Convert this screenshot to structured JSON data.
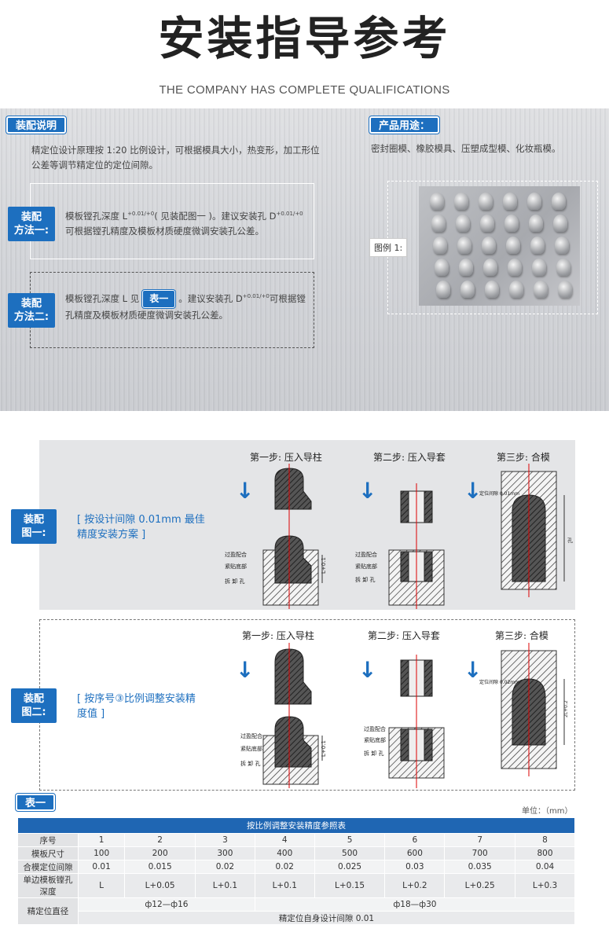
{
  "header": {
    "title": "安装指导参考",
    "subtitle": "THE COMPANY HAS COMPLETE QUALIFICATIONS"
  },
  "assembly_info": {
    "tag": "装配说明",
    "desc": "精定位设计原理按 1:20 比例设计，可根据模具大小，热变形，加工形位公差等调节精定位的定位间隙。"
  },
  "usage": {
    "tag": "产品用途：",
    "desc": "密封圈模、橡胶模具、压塑成型模、化妆瓶模。",
    "figure_label": "图例 1:"
  },
  "method1": {
    "label_l1": "装配",
    "label_l2": "方法一:",
    "text_a": "模板镗孔深度 L",
    "tol_a_up": "+0.01",
    "tol_a_dn": "+0",
    "text_b": "( 见装配图一 )。建议安装孔 D",
    "tol_b_up": "+0.01",
    "tol_b_dn": "+0",
    "text_c": "可根据镗孔精度及模板材质硬度微调安装孔公差。"
  },
  "method2": {
    "label_l1": "装配",
    "label_l2": "方法二:",
    "text_a": "模板镗孔深度 L 见",
    "inline_tag": "表一",
    "text_b": "。建议安装孔 D",
    "tol_b_up": "+0.01",
    "tol_b_dn": "+0",
    "text_c": "可根据镗孔精度及模板材质硬度微调安装孔公差。"
  },
  "steps": {
    "step1": "第一步: 压入导柱",
    "step2": "第二步: 压入导套",
    "step3": "第三步: 合模"
  },
  "diagram1": {
    "label_l1": "装配",
    "label_l2": "图一:",
    "note": "[ 按设计间隙 0.01mm 最佳精度安装方案 ]",
    "callout1": "过盈配合",
    "callout2": "紧贴底部",
    "callout3": "拆 卸 孔",
    "gap_note": "定位间隙 0.01mm",
    "dim_l": "L+0.1",
    "dim_hole": "孔"
  },
  "diagram2": {
    "label_l1": "装配",
    "label_l2": "图二:",
    "note": "[ 按序号③比例调整安装精度值 ]",
    "callout1": "过盈配合",
    "callout2": "紧贴底部",
    "callout3": "拆 卸 孔",
    "gap_note": "定位间隙 0.02mm",
    "dim_l": "L+0.1",
    "dim_hole": "2L+0.2"
  },
  "table_tag": "表一",
  "table": {
    "unit": "单位：（mm）",
    "caption": "按比例调整安装精度参照表",
    "rows": [
      {
        "label": "序号",
        "cells": [
          "1",
          "2",
          "3",
          "4",
          "5",
          "6",
          "7",
          "8"
        ]
      },
      {
        "label": "模板尺寸",
        "cells": [
          "100",
          "200",
          "300",
          "400",
          "500",
          "600",
          "700",
          "800"
        ]
      },
      {
        "label": "合模定位间隙",
        "cells": [
          "0.01",
          "0.015",
          "0.02",
          "0.02",
          "0.025",
          "0.03",
          "0.035",
          "0.04"
        ]
      },
      {
        "label": "单边模板镗孔深度",
        "cells": [
          "L",
          "L+0.05",
          "L+0.1",
          "L+0.1",
          "L+0.15",
          "L+0.2",
          "L+0.25",
          "L+0.3"
        ]
      }
    ],
    "diameter_label": "精定位直径",
    "diameter_small": "ф12—ф16",
    "diameter_large": "ф18—ф30",
    "self_gap": "精定位自身设计间隙 0.01"
  },
  "colors": {
    "accent": "#1d6fbf",
    "table_header": "#1f66b3"
  }
}
